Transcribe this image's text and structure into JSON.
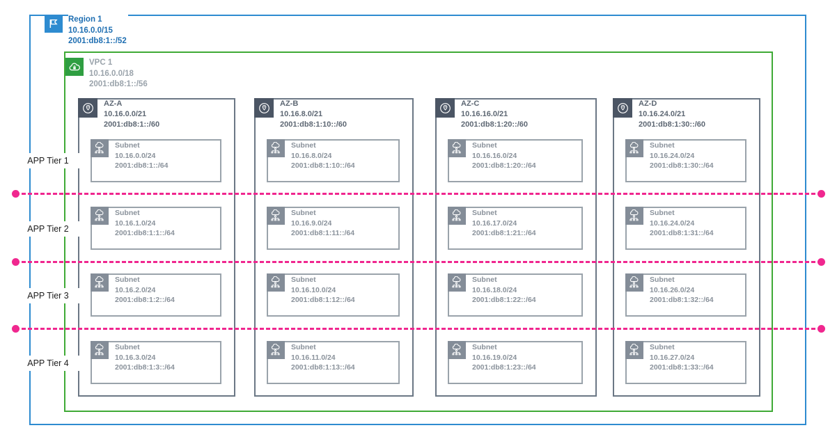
{
  "diagram": {
    "title": "Region 1 VPC multi-AZ subnet tier layout",
    "colors": {
      "region": "#2e8bd0",
      "vpc": "#3faa35",
      "az": "#6b7785",
      "subnet": "#9aa3ab",
      "tier_line": "#f0278f"
    }
  },
  "region": {
    "icon": "flag-icon",
    "name": "Region 1",
    "ipv4": "10.16.0.0/15",
    "ipv6": "2001:db8:1::/52"
  },
  "vpc": {
    "icon": "cloud-lock-icon",
    "name": "VPC 1",
    "ipv4": "10.16.0.0/18",
    "ipv6": "2001:db8:1::/56"
  },
  "tier_labels": [
    "APP Tier 1",
    "APP Tier 2",
    "APP Tier 3",
    "APP Tier 4"
  ],
  "azs": [
    {
      "icon": "location-pin-icon",
      "name": "AZ-A",
      "ipv4": "10.16.0.0/21",
      "ipv6": "2001:db8:1::/60",
      "subnets": [
        {
          "icon": "subnet-icon",
          "name": "Subnet",
          "ipv4": "10.16.0.0/24",
          "ipv6": "2001:db8:1::/64"
        },
        {
          "icon": "subnet-icon",
          "name": "Subnet",
          "ipv4": "10.16.1.0/24",
          "ipv6": "2001:db8:1:1::/64"
        },
        {
          "icon": "subnet-icon",
          "name": "Subnet",
          "ipv4": "10.16.2.0/24",
          "ipv6": "2001:db8:1:2::/64"
        },
        {
          "icon": "subnet-icon",
          "name": "Subnet",
          "ipv4": "10.16.3.0/24",
          "ipv6": "2001:db8:1:3::/64"
        }
      ]
    },
    {
      "icon": "location-pin-icon",
      "name": "AZ-B",
      "ipv4": "10.16.8.0/21",
      "ipv6": "2001:db8:1:10::/60",
      "subnets": [
        {
          "icon": "subnet-icon",
          "name": "Subnet",
          "ipv4": "10.16.8.0/24",
          "ipv6": "2001:db8:1:10::/64"
        },
        {
          "icon": "subnet-icon",
          "name": "Subnet",
          "ipv4": "10.16.9.0/24",
          "ipv6": "2001:db8:1:11::/64"
        },
        {
          "icon": "subnet-icon",
          "name": "Subnet",
          "ipv4": "10.16.10.0/24",
          "ipv6": "2001:db8:1:12::/64"
        },
        {
          "icon": "subnet-icon",
          "name": "Subnet",
          "ipv4": "10.16.11.0/24",
          "ipv6": "2001:db8:1:13::/64"
        }
      ]
    },
    {
      "icon": "location-pin-icon",
      "name": "AZ-C",
      "ipv4": "10.16.16.0/21",
      "ipv6": "2001:db8:1:20::/60",
      "subnets": [
        {
          "icon": "subnet-icon",
          "name": "Subnet",
          "ipv4": "10.16.16.0/24",
          "ipv6": "2001:db8:1:20::/64"
        },
        {
          "icon": "subnet-icon",
          "name": "Subnet",
          "ipv4": "10.16.17.0/24",
          "ipv6": "2001:db8:1:21::/64"
        },
        {
          "icon": "subnet-icon",
          "name": "Subnet",
          "ipv4": "10.16.18.0/24",
          "ipv6": "2001:db8:1:22::/64"
        },
        {
          "icon": "subnet-icon",
          "name": "Subnet",
          "ipv4": "10.16.19.0/24",
          "ipv6": "2001:db8:1:23::/64"
        }
      ]
    },
    {
      "icon": "location-pin-icon",
      "name": "AZ-D",
      "ipv4": "10.16.24.0/21",
      "ipv6": "2001:db8:1:30::/60",
      "subnets": [
        {
          "icon": "subnet-icon",
          "name": "Subnet",
          "ipv4": "10.16.24.0/24",
          "ipv6": "2001:db8:1:30::/64"
        },
        {
          "icon": "subnet-icon",
          "name": "Subnet",
          "ipv4": "10.16.24.0/24",
          "ipv6": "2001:db8:1:31::/64"
        },
        {
          "icon": "subnet-icon",
          "name": "Subnet",
          "ipv4": "10.16.26.0/24",
          "ipv6": "2001:db8:1:32::/64"
        },
        {
          "icon": "subnet-icon",
          "name": "Subnet",
          "ipv4": "10.16.27.0/24",
          "ipv6": "2001:db8:1:33::/64"
        }
      ]
    }
  ]
}
